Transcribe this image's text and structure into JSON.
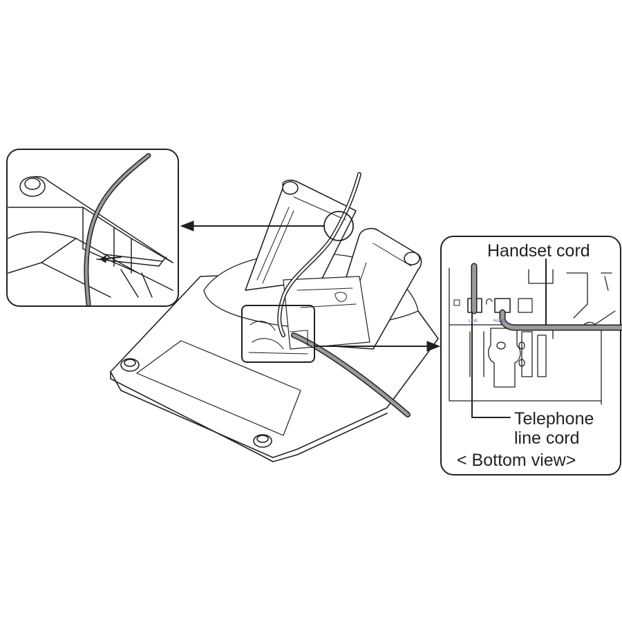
{
  "labels": {
    "handset_cord": "Handset cord",
    "telephone_line_cord_1": "Telephone",
    "telephone_line_cord_2": "line cord",
    "bottom_view": "< Bottom view>",
    "jack_line": "LINE",
    "jack_handset": "HAND"
  },
  "colors": {
    "ink": "#231f20",
    "cord_fill": "#9a9a9a",
    "jack_text": "#3a6fb0"
  },
  "icons": {
    "telephone_symbol": "handset-icon",
    "headset_symbol": "headset-icon",
    "ethernet_symbol": "network-port-icon"
  }
}
